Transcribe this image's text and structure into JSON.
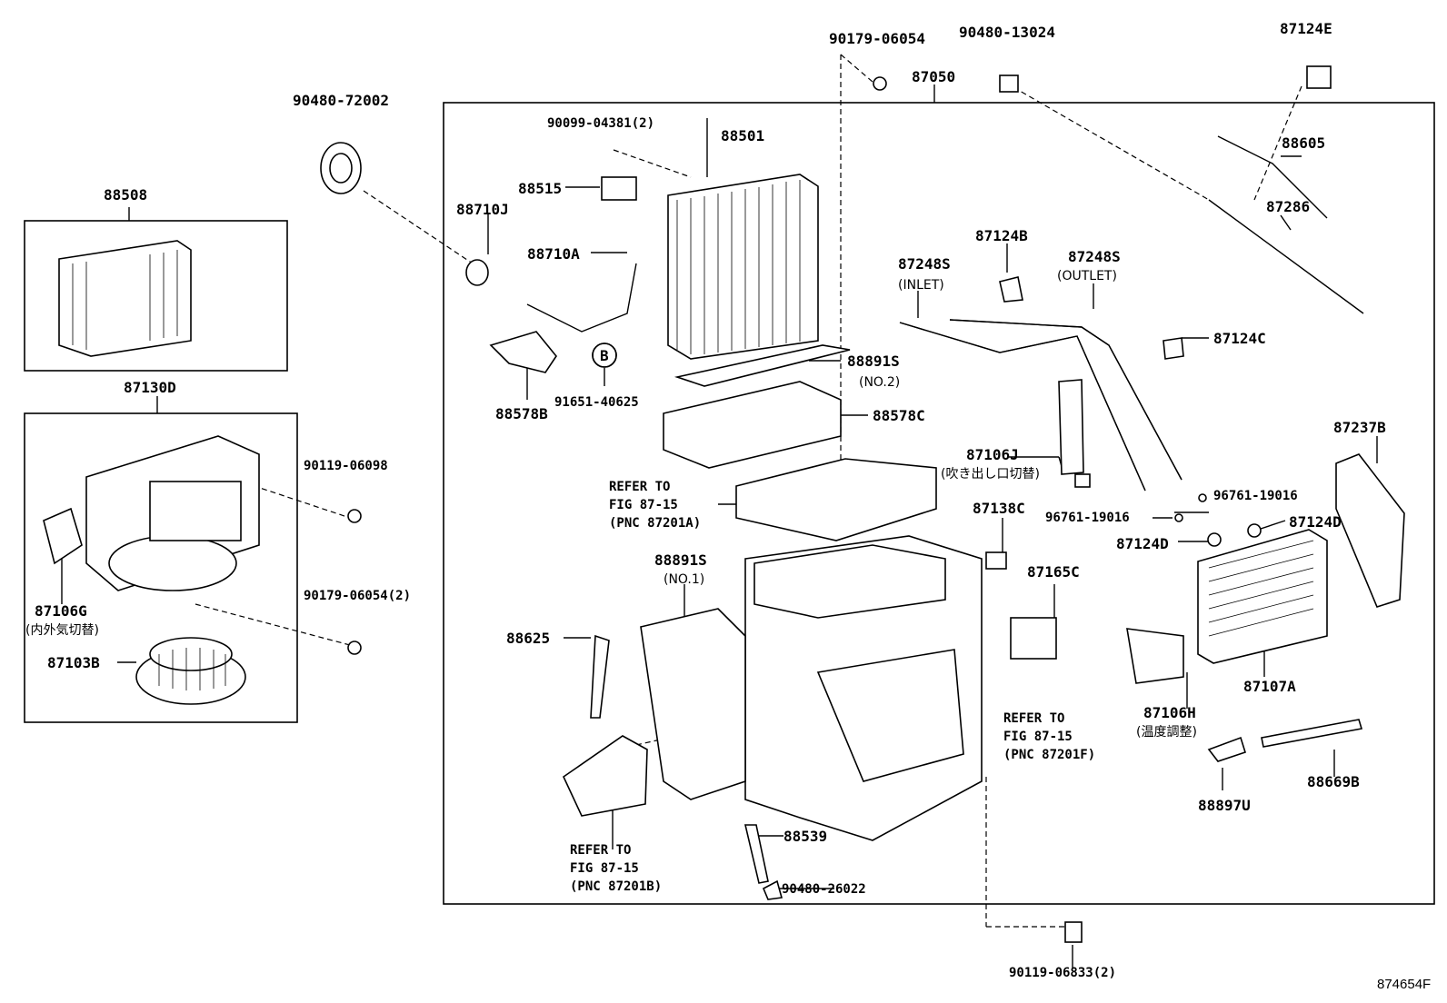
{
  "diagram": {
    "figure_id": "874654F",
    "labels": {
      "p90179_06054_top": "90179-06054",
      "p90480_13024": "90480-13024",
      "p87124E": "87124E",
      "p87050": "87050",
      "p90480_72002": "90480-72002",
      "p90099_04381": "90099-04381(2)",
      "p88501": "88501",
      "p88605": "88605",
      "p88508": "88508",
      "p88515": "88515",
      "p88710J": "88710J",
      "p87286": "87286",
      "p87124B": "87124B",
      "p88710A": "88710A",
      "p87248S_in": "87248S",
      "inlet": "(INLET)",
      "p87248S_out": "87248S",
      "outlet": "(OUTLET)",
      "p87124C": "87124C",
      "callout_b": "B",
      "p88891S_no2": "88891S",
      "no2": "(NO.2)",
      "p88578B": "88578B",
      "p91651_40625": "91651-40625",
      "p87130D": "87130D",
      "p88578C": "88578C",
      "p87237B": "87237B",
      "p90119_06098": "90119-06098",
      "p87106J": "87106J",
      "p87106J_jp": "(吹き出し口切替)",
      "refer_a_1": "REFER TO",
      "refer_a_2": "FIG 87-15",
      "refer_a_3": "(PNC 87201A)",
      "p96761_19016_a": "96761-19016",
      "p87138C": "87138C",
      "p96761_19016_b": "96761-19016",
      "p87124D_a": "87124D",
      "p87124D_b": "87124D",
      "p88891S_no1": "88891S",
      "no1": "(NO.1)",
      "p87165C": "87165C",
      "p90179_06054_2": "90179-06054(2)",
      "p87106G": "87106G",
      "p87106G_jp": "(内外気切替)",
      "p88625": "88625",
      "p87103B": "87103B",
      "p87107A": "87107A",
      "p87106H": "87106H",
      "p87106H_jp": "(温度調整)",
      "refer_f_1": "REFER TO",
      "refer_f_2": "FIG 87-15",
      "refer_f_3": "(PNC 87201F)",
      "p88669B": "88669B",
      "p88897U": "88897U",
      "refer_b_1": "REFER TO",
      "refer_b_2": "FIG 87-15",
      "refer_b_3": "(PNC 87201B)",
      "p88539": "88539",
      "p90480_26022": "90480-26022",
      "p90119_06833": "90119-06833(2)"
    }
  }
}
